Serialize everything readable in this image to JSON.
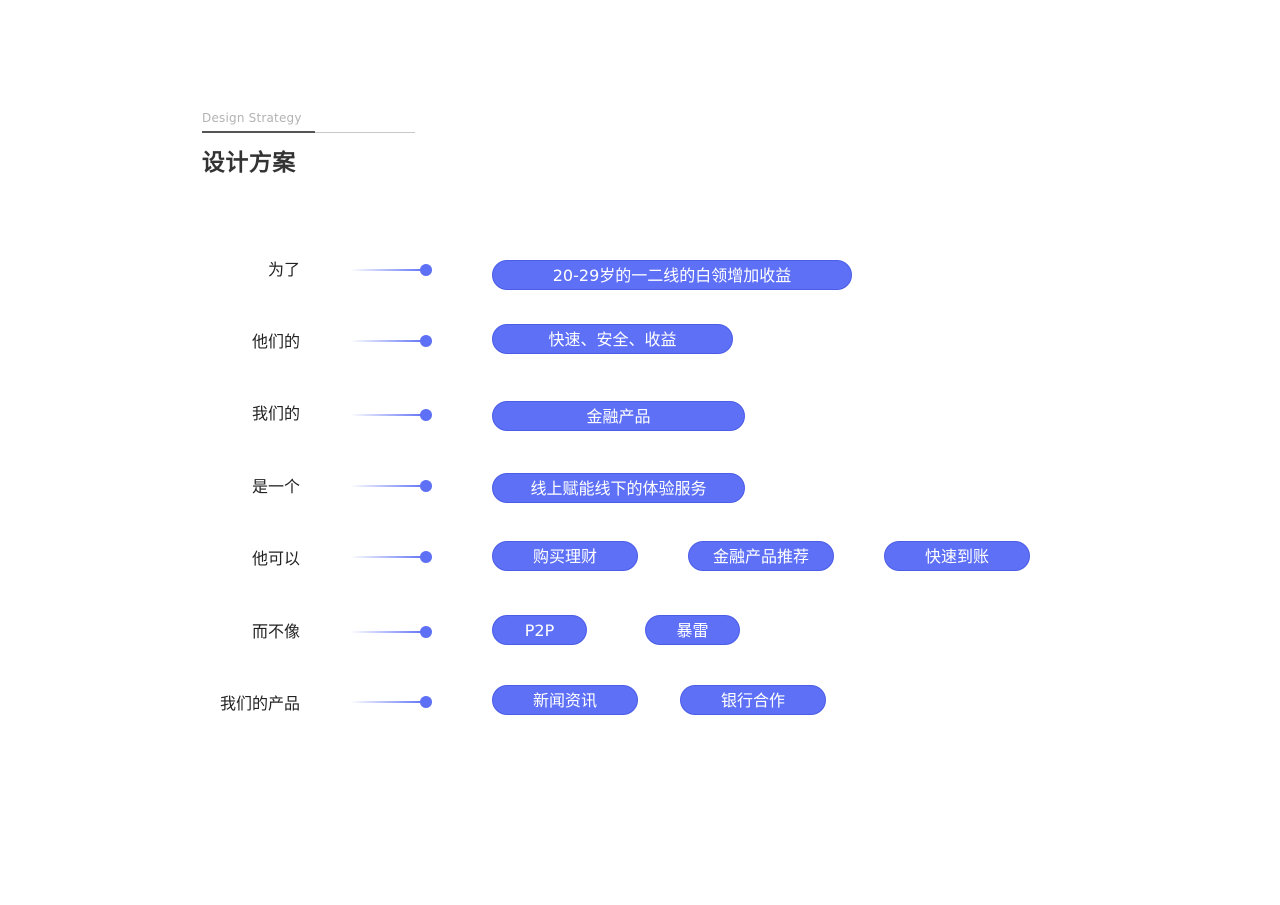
{
  "header": {
    "subtitle_en": "Design Strategy",
    "title_cn": "设计方案"
  },
  "rows": [
    {
      "label": "为了",
      "tags": [
        "20-29岁的一二线的白领增加收益"
      ]
    },
    {
      "label": "他们的",
      "tags": [
        "快速、安全、收益"
      ]
    },
    {
      "label": "我们的",
      "tags": [
        "金融产品"
      ]
    },
    {
      "label": "是一个",
      "tags": [
        "线上赋能线下的体验服务"
      ]
    },
    {
      "label": "他可以",
      "tags": [
        "购买理财",
        "金融产品推荐",
        "快速到账"
      ]
    },
    {
      "label": "而不像",
      "tags": [
        "P2P",
        "暴雷"
      ]
    },
    {
      "label": "我们的产品",
      "tags": [
        "新闻资讯",
        "银行合作"
      ]
    }
  ],
  "colors": {
    "accent": "#5e70f6",
    "title": "#333333",
    "subtitle": "#b3b3b3"
  }
}
